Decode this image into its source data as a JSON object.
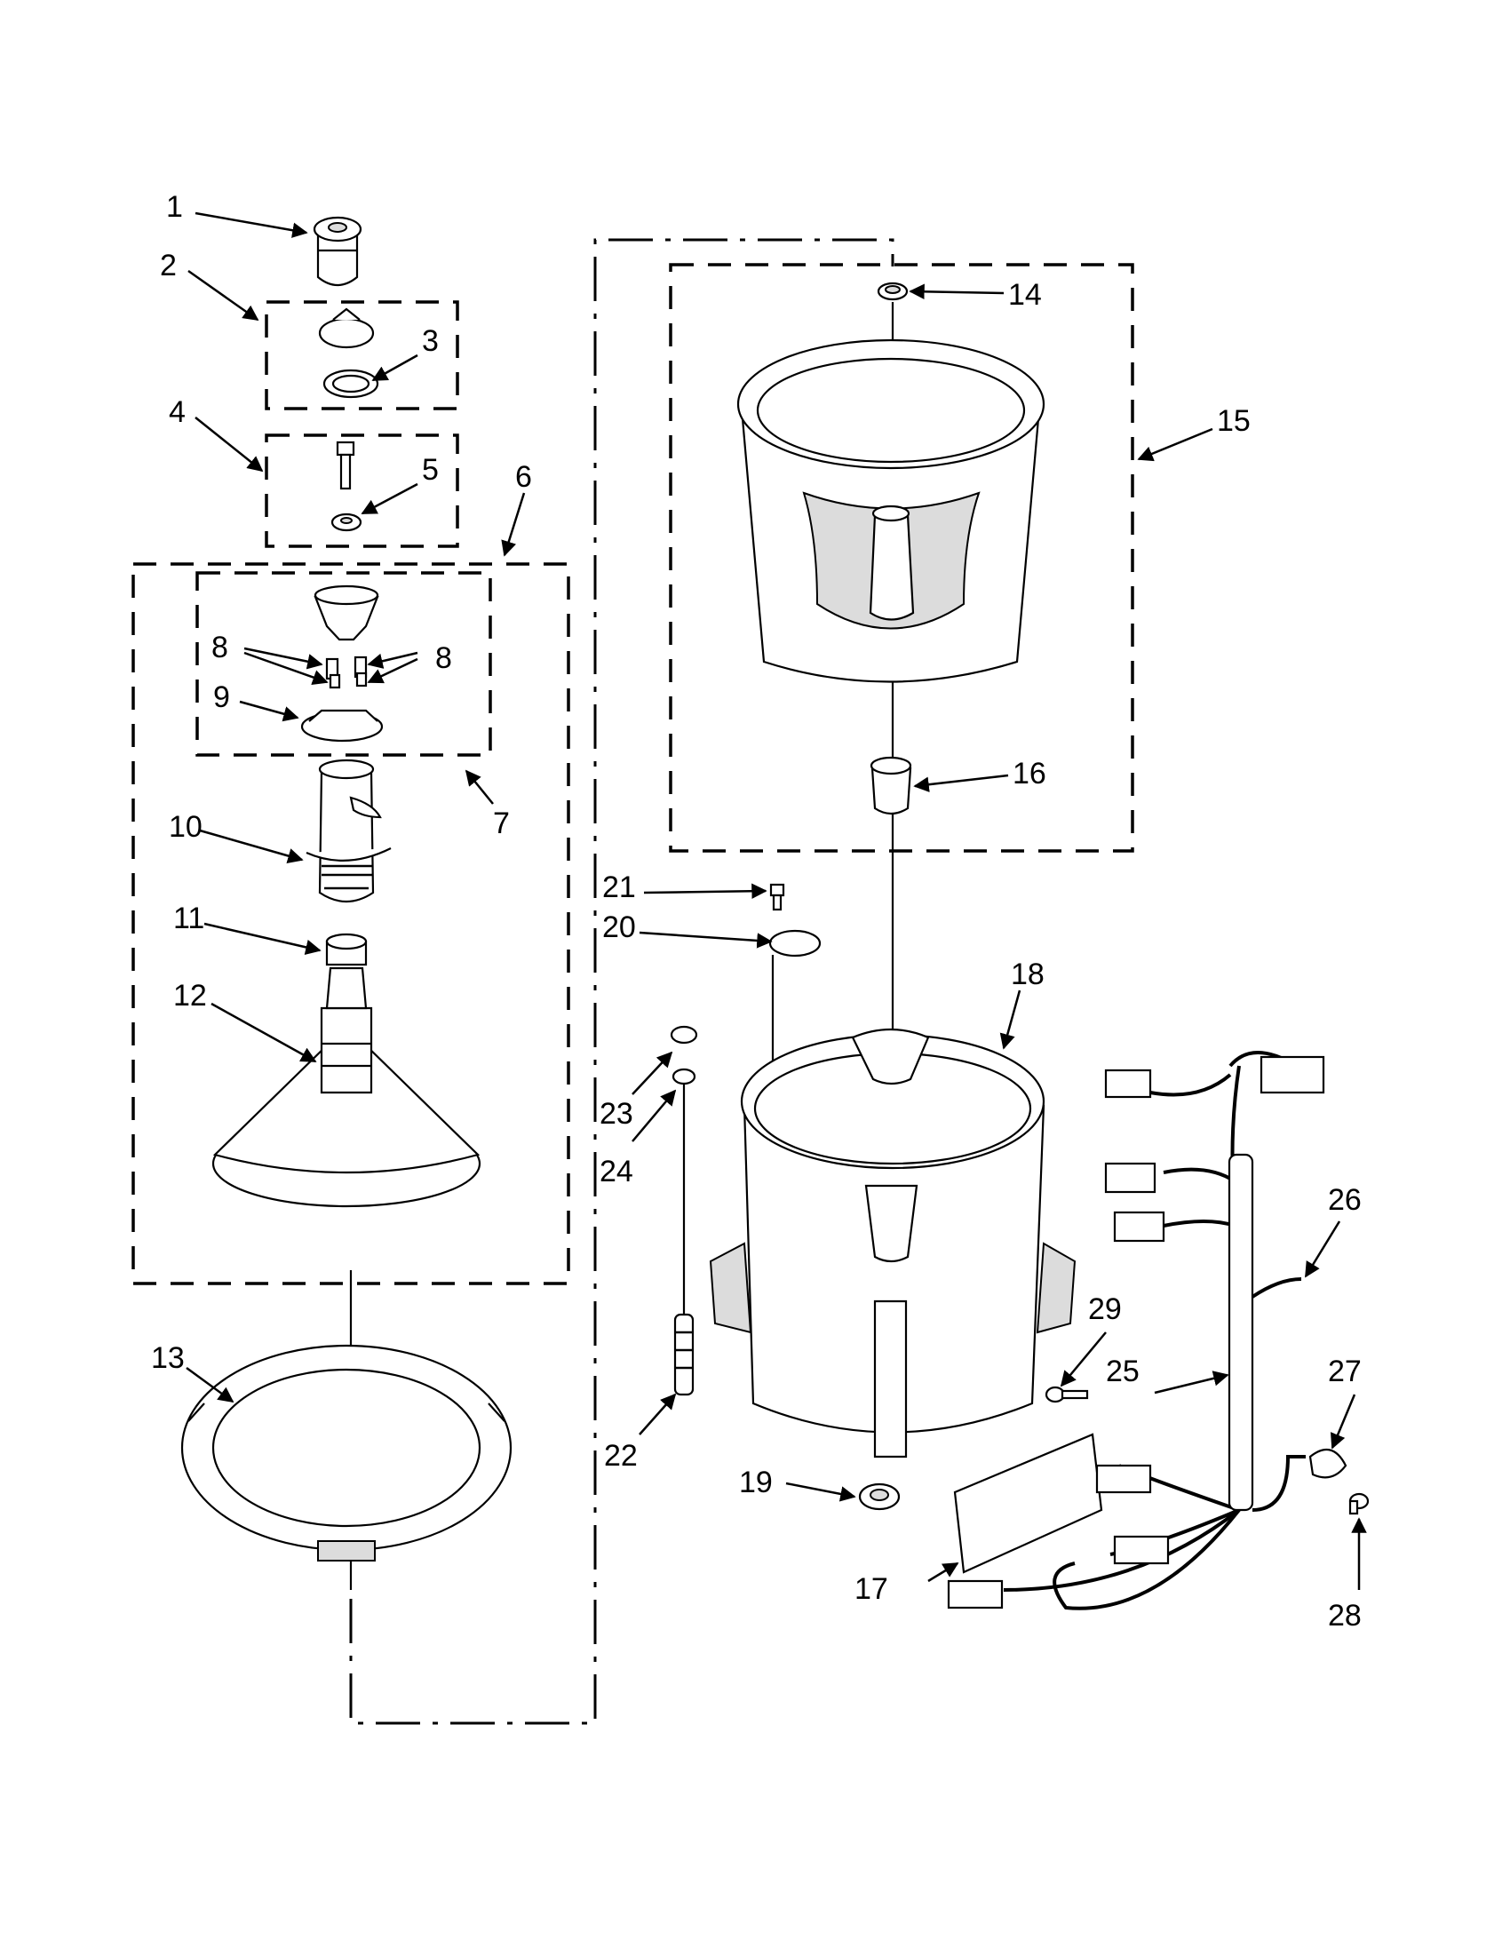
{
  "callouts": {
    "c1": "1",
    "c2": "2",
    "c3": "3",
    "c4": "4",
    "c5": "5",
    "c6": "6",
    "c7": "7",
    "c8a": "8",
    "c8b": "8",
    "c9": "9",
    "c10": "10",
    "c11": "11",
    "c12": "12",
    "c13": "13",
    "c14": "14",
    "c15": "15",
    "c16": "16",
    "c17": "17",
    "c18": "18",
    "c19": "19",
    "c20": "20",
    "c21": "21",
    "c22": "22",
    "c23": "23",
    "c24": "24",
    "c25": "25",
    "c26": "26",
    "c27": "27",
    "c28": "28",
    "c29": "29"
  },
  "colors": {
    "line": "#000000",
    "shade": "#dcdcdc",
    "background": "#ffffff"
  }
}
